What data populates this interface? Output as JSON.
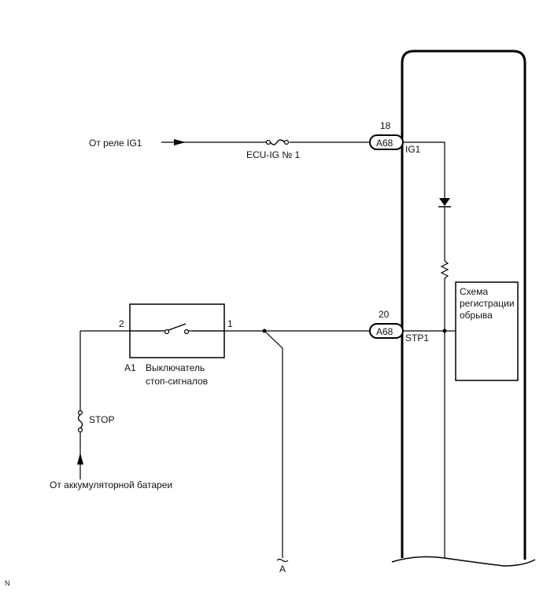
{
  "diagram": {
    "type": "wiring-diagram",
    "ig1_source": "От реле IG1",
    "ig1_fuse": "ECU-IG № 1",
    "connector_top": {
      "pin": "18",
      "name": "A68",
      "signal": "IG1"
    },
    "connector_bottom": {
      "pin": "20",
      "name": "A68",
      "signal": "STP1"
    },
    "switch": {
      "id": "A1",
      "name_line1": "Выключатель",
      "name_line2": "стоп-сигналов",
      "pin_left": "2",
      "pin_right": "1"
    },
    "stop_fuse": "STOP",
    "battery_source": "От аккумуляторной батареи",
    "ecu_block": {
      "line1": "Схема",
      "line2": "регистрации",
      "line3": "обрыва"
    },
    "continuation_label": "A",
    "corner_mark": "N"
  }
}
